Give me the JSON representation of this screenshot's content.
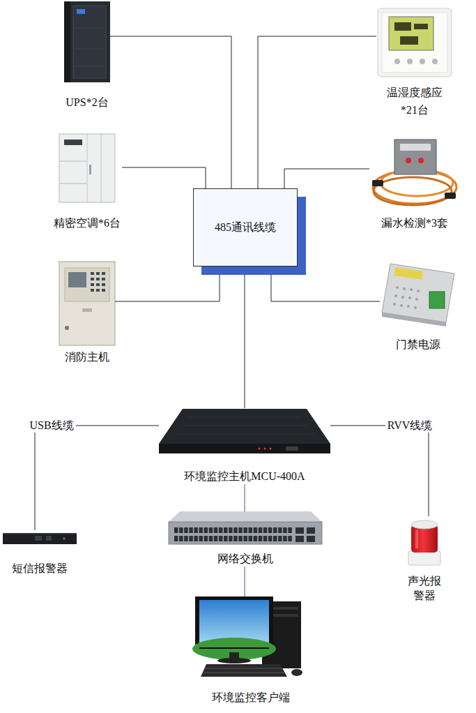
{
  "diagram": {
    "nodes": [
      {
        "text": [
          "UPS*2台"
        ]
      },
      {
        "text": [
          "温湿度感应 *21台"
        ]
      },
      {
        "text": [
          "精密空调*6台"
        ]
      },
      {
        "text": [
          "485通讯线缆"
        ]
      },
      {
        "text": [
          "漏水检测*3套"
        ]
      },
      {
        "text": [
          "消防主机"
        ]
      },
      {
        "text": [
          "门禁电源"
        ]
      },
      {
        "text": [
          "环境监控主机MCU-400A"
        ]
      },
      {
        "text": [
          "短信报警器"
        ]
      },
      {
        "text": [
          "网络交换机"
        ]
      },
      {
        "text": [
          "声光报 警器"
        ]
      },
      {
        "text": [
          "环境监控客户端"
        ]
      }
    ],
    "edges": [
      {
        "from": 0,
        "to": 3,
        "arrow": "none"
      },
      {
        "from": 1,
        "to": 3,
        "arrow": "none"
      },
      {
        "from": 2,
        "to": 3,
        "arrow": "none"
      },
      {
        "from": 4,
        "to": 3,
        "arrow": "none"
      },
      {
        "from": 5,
        "to": 3,
        "arrow": "none"
      },
      {
        "from": 6,
        "to": 3,
        "arrow": "none"
      },
      {
        "from": 3,
        "to": 7,
        "arrow": "none"
      },
      {
        "from": 7,
        "to": 8,
        "label": "USB线缆",
        "arrow": "none"
      },
      {
        "from": 7,
        "to": 10,
        "label": "RVV线缆",
        "arrow": "none"
      },
      {
        "from": 7,
        "to": 9,
        "arrow": "none"
      },
      {
        "from": 9,
        "to": 11,
        "arrow": "none"
      }
    ]
  }
}
